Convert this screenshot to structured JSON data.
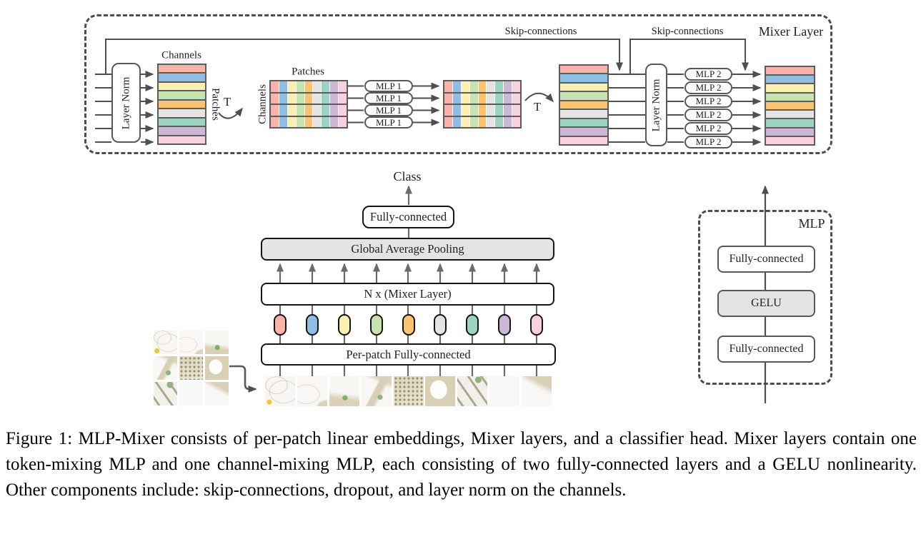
{
  "palette": {
    "colors": [
      "#f9b3a8",
      "#8fbee5",
      "#fcefb2",
      "#c5e4b0",
      "#fbc370",
      "#e4e4e4",
      "#9bd5c2",
      "#ccb7d6",
      "#f8d0e0"
    ],
    "line_gray": "#4f4f4f",
    "mid_gray": "#6a6a6a",
    "box_fill_gray": "#e4e4e4"
  },
  "mixer_layer_diagram": {
    "title": "Mixer Layer",
    "skip_label_1": "Skip-connections",
    "skip_label_2": "Skip-connections",
    "layer_norm_1": "Layer Norm",
    "layer_norm_2": "Layer Norm",
    "channels_top_label": "Channels",
    "patches_side_label": "Patches",
    "patches_top_label": "Patches",
    "channels_side_label": "Channels",
    "transpose_label_1": "T",
    "transpose_label_2": "T",
    "mlp1_boxes": [
      "MLP 1",
      "MLP 1",
      "MLP 1",
      "MLP 1"
    ],
    "mlp2_boxes": [
      "MLP 2",
      "MLP 2",
      "MLP 2",
      "MLP 2",
      "MLP 2",
      "MLP 2"
    ]
  },
  "architecture": {
    "class_label": "Class",
    "fully_connected": "Fully-connected",
    "global_average_pooling": "Global Average Pooling",
    "mixer_stack": "N x (Mixer Layer)",
    "per_patch": "Per-patch Fully-connected",
    "token_count": 9,
    "patch_count": 9,
    "patch_grid_cells": 9
  },
  "mlp_block": {
    "title": "MLP",
    "top_box": "Fully-connected",
    "middle_box": "GELU",
    "bottom_box": "Fully-connected"
  },
  "caption": "Figure 1: MLP-Mixer consists of per-patch linear embeddings, Mixer layers, and a classifier head. Mixer layers contain one token-mixing MLP and one channel-mixing MLP, each consisting of two fully-connected layers and a GELU nonlinearity.  Other components include:  skip-connections, dropout, and layer norm on the channels."
}
